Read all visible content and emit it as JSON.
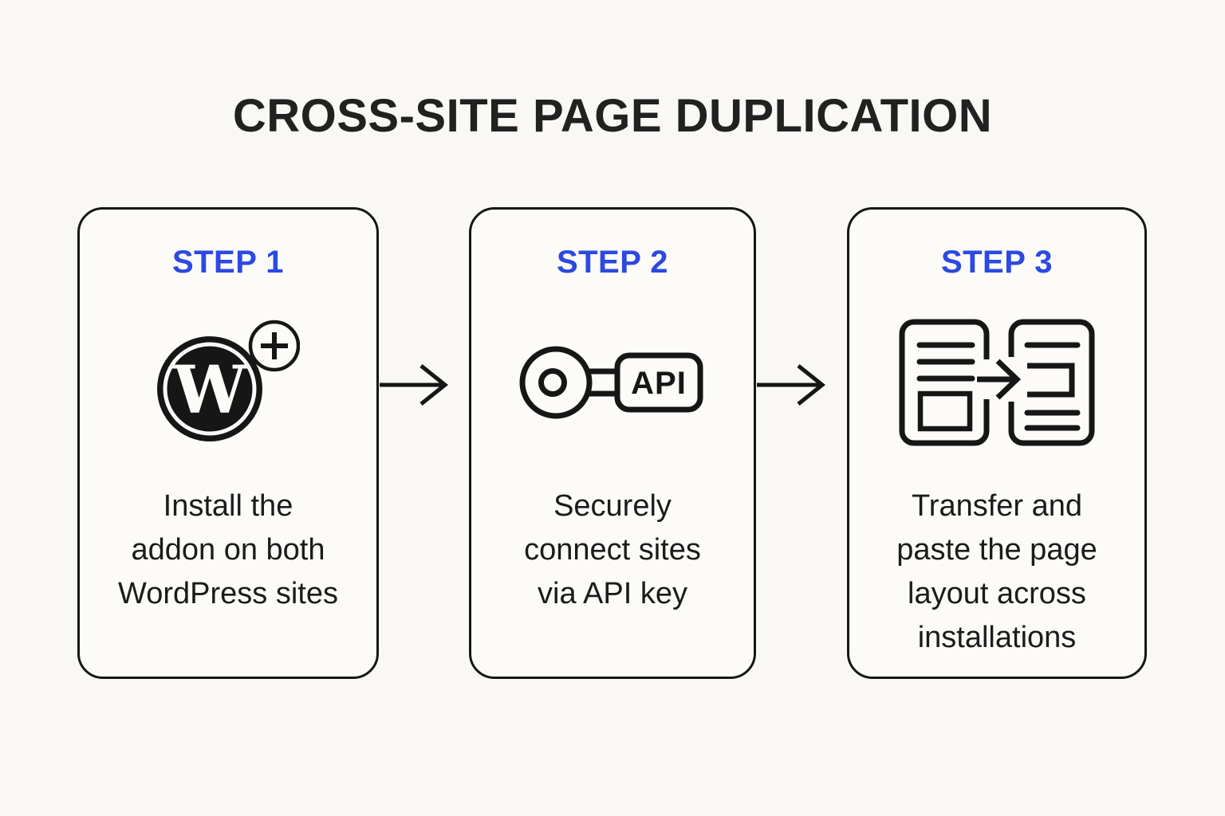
{
  "title": "CROSS-SITE PAGE DUPLICATION",
  "colors": {
    "accent_blue": "#2C49E2",
    "ink": "#161616",
    "page_background": "#FAF8F4",
    "card_background": "#FCFBF8"
  },
  "cards": [
    {
      "step_label": "STEP 1",
      "icon": "wordpress-plus-icon",
      "logo_letter": "W",
      "lines": [
        "Install the",
        "addon on both",
        "WordPress sites"
      ]
    },
    {
      "step_label": "STEP 2",
      "icon": "api-key-icon",
      "key_tag_label": "API",
      "lines": [
        "Securely",
        "connect sites",
        "via API key"
      ]
    },
    {
      "step_label": "STEP 3",
      "icon": "page-transfer-icon",
      "lines": [
        "Transfer and",
        "paste the page",
        "layout across",
        "installations"
      ]
    }
  ],
  "connectors": [
    {
      "icon": "arrow-right-icon"
    },
    {
      "icon": "arrow-right-icon"
    }
  ]
}
